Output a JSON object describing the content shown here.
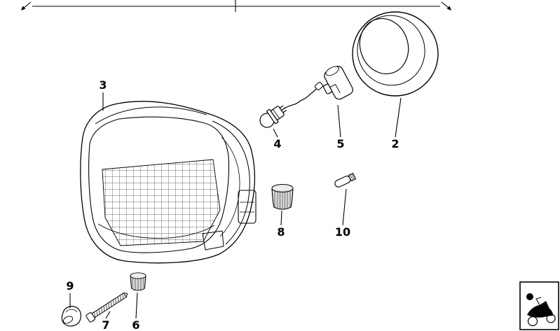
{
  "diagram": {
    "background_color": "#ffffff",
    "line_color": "#000000",
    "shade_color": "#d9d9d9",
    "parts": [
      {
        "name": "headlight-trim-ring",
        "label": "2"
      },
      {
        "name": "headlight-assembly",
        "label": "3"
      },
      {
        "name": "headlight-bulb",
        "label": "4"
      },
      {
        "name": "bulb-holder",
        "label": "5"
      },
      {
        "name": "knurled-nut",
        "label": "6"
      },
      {
        "name": "adjusting-screw",
        "label": "7"
      },
      {
        "name": "adjustment-knob",
        "label": "8"
      },
      {
        "name": "protective-cap",
        "label": "9"
      },
      {
        "name": "parking-light-bulb",
        "label": "10"
      }
    ],
    "thumbnail": {
      "icon": "motorcycle-icon"
    }
  }
}
